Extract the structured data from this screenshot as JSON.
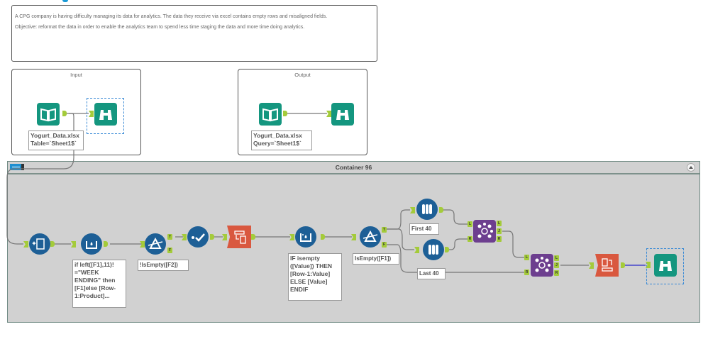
{
  "comment": {
    "line1": "A CPG company is having difficulty managing its data for analytics. The data they receive via excel contains empty rows and misaligned fields.",
    "line2": "Objective:  reformat the data in order to enable the analytics team to spend less time staging the data and more time doing analytics."
  },
  "input_container": {
    "title": "Input",
    "tool_caption_line1": "Yogurt_Data.xlsx",
    "tool_caption_line2": "Table=`Sheet1$`"
  },
  "output_container": {
    "title": "Output",
    "tool_caption_line1": "Yogurt_Data.xlsx",
    "tool_caption_line2": "Query=`Sheet1$`"
  },
  "main_container": {
    "title": "Container 96",
    "collapse_icon": "chevron-up-icon"
  },
  "tools": {
    "data_cleansing": {
      "icon": "data-cleansing-icon"
    },
    "formula1": {
      "icon": "formula-icon",
      "caption": "if left([F1],11)! =\"WEEK ENDING\" then [F1]else [Row-1:Product]..."
    },
    "filter1": {
      "icon": "filter-icon",
      "caption": "!IsEmpty([F2])",
      "t": "T",
      "f": "F"
    },
    "select": {
      "icon": "select-icon"
    },
    "transpose": {
      "icon": "transpose-icon"
    },
    "multirow_formula": {
      "icon": "multi-row-formula-icon",
      "caption": "IF isempty ([Value]) THEN [Row-1:Value] ELSE [Value] ENDIF"
    },
    "filter2": {
      "icon": "filter-icon",
      "caption": "IsEmpty([F1])",
      "t": "T",
      "f": "F"
    },
    "sample_first": {
      "icon": "sample-icon",
      "caption": "First 40"
    },
    "sample_last": {
      "icon": "sample-icon",
      "caption": "Last 40"
    },
    "join1": {
      "icon": "join-icon",
      "l": "L",
      "j": "J",
      "r": "R"
    },
    "join2": {
      "icon": "join-icon",
      "l": "L",
      "j": "J",
      "r": "R"
    },
    "crosstab": {
      "icon": "cross-tab-icon"
    },
    "browse": {
      "icon": "browse-icon"
    }
  },
  "colors": {
    "input_output_tool": "#14967f",
    "prep_tool": "#1d5f96",
    "transform_tool": "#d9583f",
    "join_tool": "#6d3f8f",
    "anchor": "#a4cb3a",
    "container_bg": "#d1d1d1"
  }
}
